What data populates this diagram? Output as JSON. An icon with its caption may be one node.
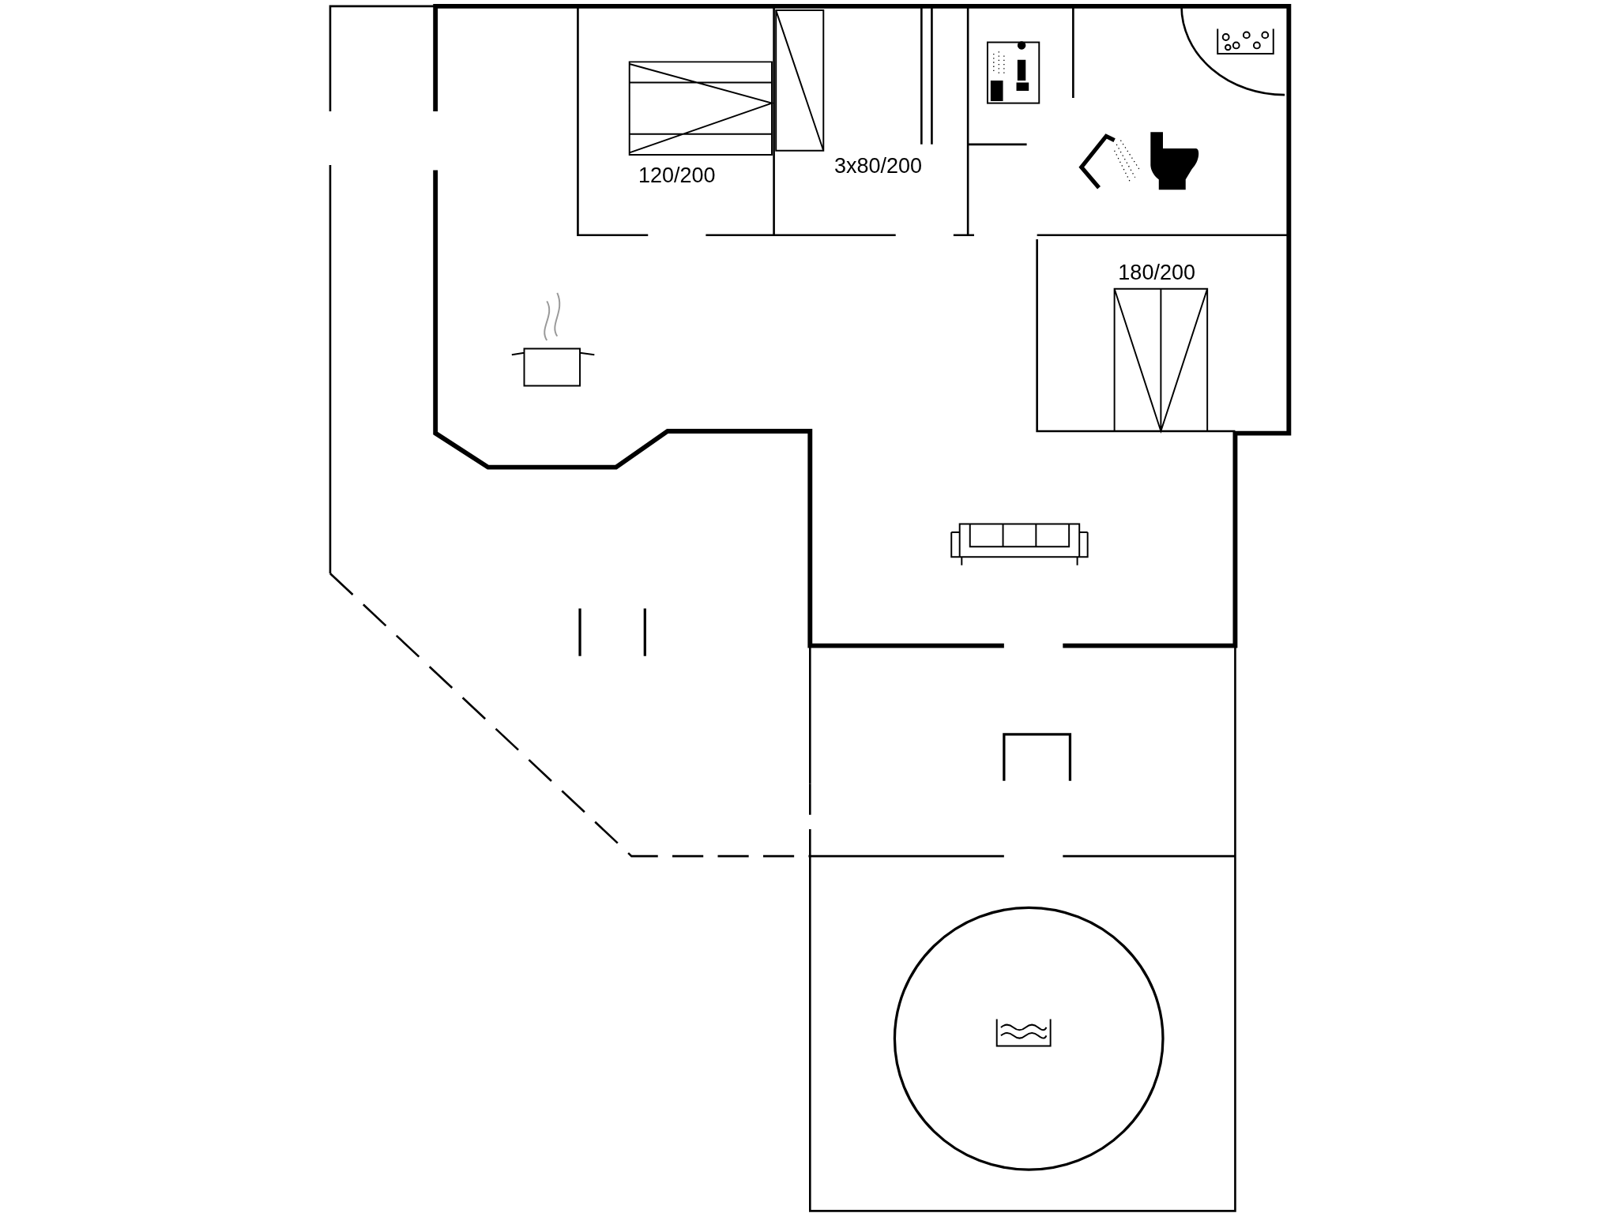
{
  "diagram": {
    "labels": [
      "120/200",
      "3x80/200",
      "180/200"
    ]
  }
}
